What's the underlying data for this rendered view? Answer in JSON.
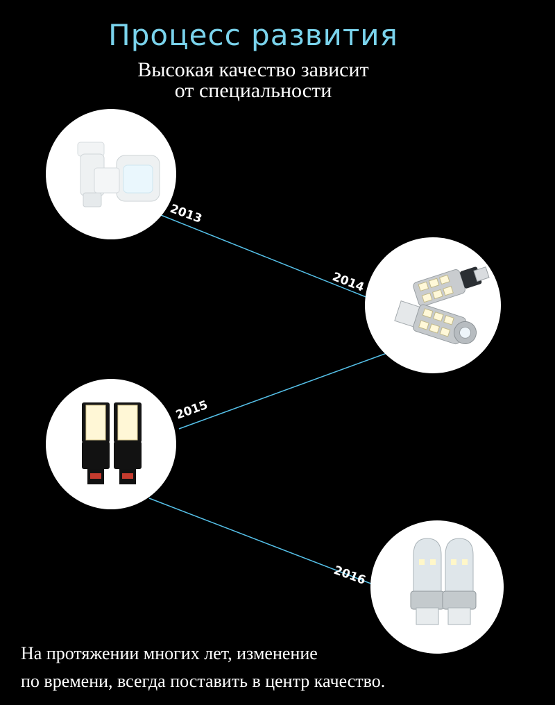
{
  "header": {
    "title": "Процесс развития",
    "subtitle_line1": "Высокая качество зависит",
    "subtitle_line2": "от специальности"
  },
  "timeline": [
    {
      "year": "2013",
      "product": "cob-t10-wedge-bulb"
    },
    {
      "year": "2014",
      "product": "canbus-smd-t10-bulbs"
    },
    {
      "year": "2015",
      "product": "cob-canbus-w5w-bulbs"
    },
    {
      "year": "2016",
      "product": "projector-t10-bulbs"
    }
  ],
  "footer": {
    "line1": "На протяжении многих лет, изменение",
    "line2": "по времени, всегда поставить в центр качество."
  },
  "colors": {
    "title": "#7ad3ec",
    "line": "#55c0e8",
    "background": "#000000"
  }
}
